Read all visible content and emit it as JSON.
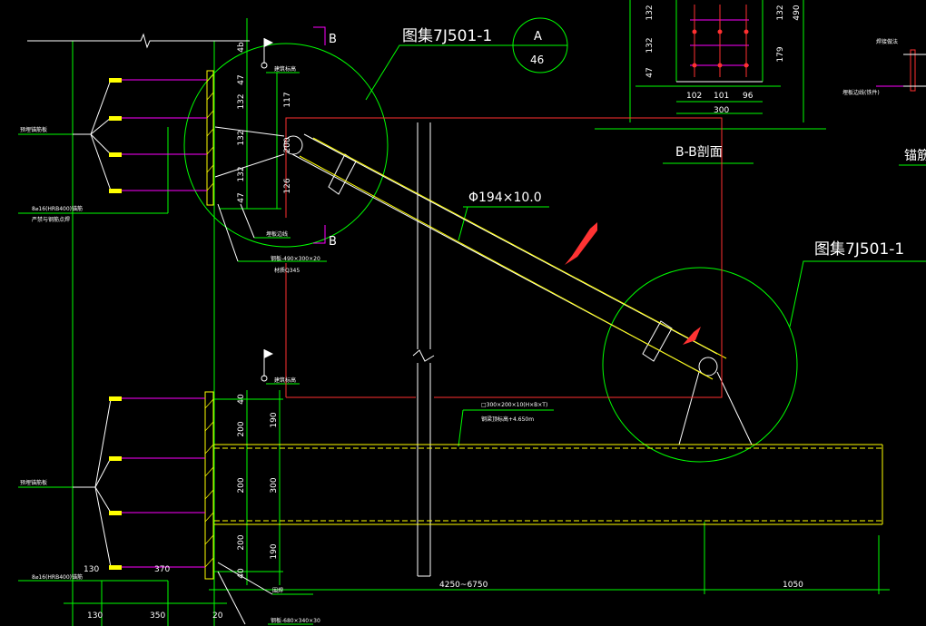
{
  "colors": {
    "background": "#000000",
    "green": "#00ff00",
    "white": "#ffffff",
    "yellow": "#ffff00",
    "magenta": "#ff00ff",
    "red_frame": "#ff3030",
    "arrow_red": "#ff3333"
  },
  "labels": {
    "atlas_top": "图集7J501-1",
    "atlas_right": "图集7J501-1",
    "section_mark_b_top": "B",
    "section_mark_b_bottom": "B",
    "detail_index_letter": "A",
    "detail_index_number": "46",
    "pipe_spec": "Φ194×10.0",
    "section_title": "B-B剖面",
    "anchor_partial": "锚筋",
    "beam_spec": "□300×200×10(H×B×T)",
    "beam_note": "钢梁顶标高+4.650m",
    "upper_left_anchor_note": "预埋锚筋板",
    "upper_bolt_note_1": "8⌀16(HRB400)锚筋",
    "upper_bolt_note_2": "严禁与钢筋点焊",
    "lower_left_anchor_note": "预埋锚筋板",
    "lower_bolt_note": "8⌀16(HRB400)锚筋",
    "upper_plate_note": "钢板-490×300×20",
    "upper_plate_material": "材质Q345",
    "lower_plate_note": "钢板-680×340×30",
    "level_mark_upper": "建筑标高",
    "level_mark_lower": "建筑标高",
    "anchor_plate_note": "埋板边线",
    "weld_note": "围焊",
    "bb_note": "焊接做法",
    "bb_note_2": "埋板边线(铁件)"
  },
  "dimensions": {
    "upper_vertical": [
      "47",
      "132",
      "132",
      "132",
      "47"
    ],
    "upper_inner": [
      "117",
      "200",
      "126"
    ],
    "upper_top": "4b",
    "lower_vertical": [
      "40",
      "200",
      "200",
      "200",
      "40"
    ],
    "lower_inner": [
      "190",
      "300",
      "190"
    ],
    "bottom_horizontal": [
      "130",
      "350",
      "20"
    ],
    "lower_row": [
      "130",
      "370"
    ],
    "span_left": "4250~6750",
    "span_right": "1050",
    "bb_vertical_left": [
      "132",
      "132",
      "47"
    ],
    "bb_vertical_right": [
      "132",
      "179"
    ],
    "bb_top_right": "490",
    "bb_horizontal": [
      "102",
      "101",
      "96"
    ],
    "bb_total": "300"
  }
}
